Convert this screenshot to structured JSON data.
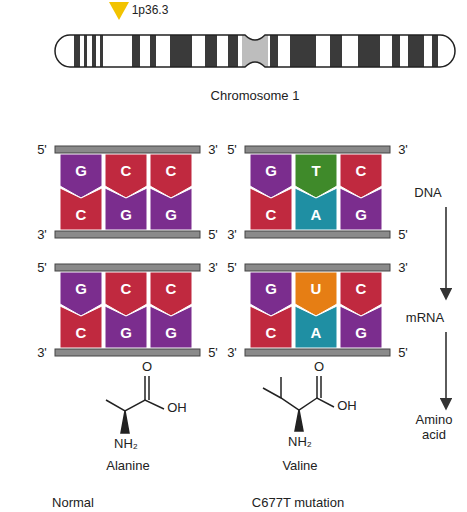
{
  "diagram": {
    "nodes": [
      {
        "text": [
          "G"
        ]
      },
      {
        "text": [
          "C"
        ]
      },
      {
        "text": [
          "C"
        ]
      },
      {
        "text": [
          "C"
        ]
      },
      {
        "text": [
          "G"
        ]
      },
      {
        "text": [
          "G"
        ]
      },
      {
        "text": [
          "G"
        ]
      },
      {
        "text": [
          "T"
        ]
      },
      {
        "text": [
          "C"
        ]
      },
      {
        "text": [
          "C"
        ]
      },
      {
        "text": [
          "A"
        ]
      },
      {
        "text": [
          "G"
        ]
      },
      {
        "text": [
          "G"
        ]
      },
      {
        "text": [
          "C"
        ]
      },
      {
        "text": [
          "C"
        ]
      },
      {
        "text": [
          "C"
        ]
      },
      {
        "text": [
          "G"
        ]
      },
      {
        "text": [
          "G"
        ]
      },
      {
        "text": [
          "G"
        ]
      },
      {
        "text": [
          "U"
        ]
      },
      {
        "text": [
          "C"
        ]
      },
      {
        "text": [
          "C"
        ]
      },
      {
        "text": [
          "A"
        ]
      },
      {
        "text": [
          "G"
        ]
      }
    ],
    "labels": [
      "1p36.3",
      "Chromosome 1",
      "5'",
      "3'",
      "3'",
      "5'",
      "5'",
      "3'",
      "3'",
      "5'",
      "5'",
      "3'",
      "3'",
      "5'",
      "5'",
      "3'",
      "3'",
      "5'",
      "DNA",
      "mRNA",
      "Amino acid",
      "O",
      "OH",
      "NH₂",
      "Alanine",
      "O",
      "OH",
      "NH₂",
      "Valine",
      "Normal",
      "C677T mutation"
    ]
  }
}
